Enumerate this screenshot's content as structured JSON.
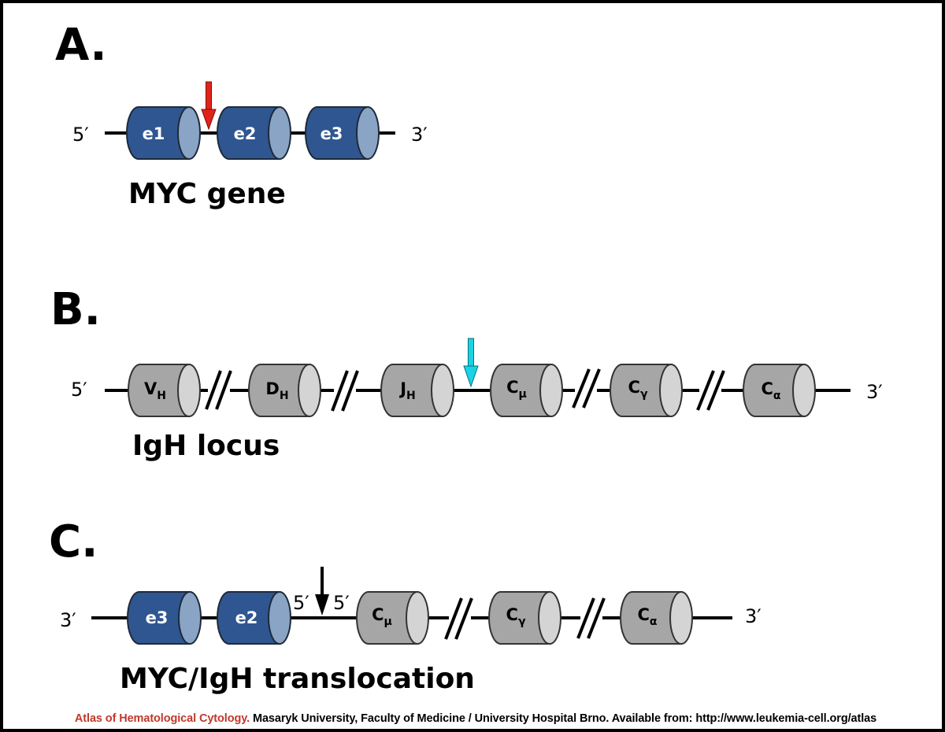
{
  "panels": [
    {
      "letter": "A.",
      "title": "MYC gene",
      "left_end": "5′",
      "right_end": "3′",
      "segments": [
        {
          "label": "e1",
          "sub": "",
          "kind": "exon"
        },
        {
          "label": "e2",
          "sub": "",
          "kind": "exon"
        },
        {
          "label": "e3",
          "sub": "",
          "kind": "exon"
        }
      ],
      "breakpoint": {
        "color": "#e0241b",
        "between": "e1-e2"
      }
    },
    {
      "letter": "B.",
      "title": "IgH locus",
      "left_end": "5′",
      "right_end": "3′",
      "segments": [
        {
          "label": "V",
          "sub": "H",
          "kind": "ig"
        },
        {
          "label": "D",
          "sub": "H",
          "kind": "ig"
        },
        {
          "label": "J",
          "sub": "H",
          "kind": "ig"
        },
        {
          "label": "C",
          "sub": "μ",
          "kind": "ig"
        },
        {
          "label": "C",
          "sub": "γ",
          "kind": "ig"
        },
        {
          "label": "C",
          "sub": "α",
          "kind": "ig"
        }
      ],
      "breakpoint": {
        "color": "#1ad3e6",
        "between": "JH-Cμ"
      }
    },
    {
      "letter": "C.",
      "title": "MYC/IgH translocation",
      "left_end": "3′",
      "right_end": "3′",
      "junction_left": "5′",
      "junction_right": "5′",
      "segments": [
        {
          "label": "e3",
          "sub": "",
          "kind": "exon"
        },
        {
          "label": "e2",
          "sub": "",
          "kind": "exon"
        },
        {
          "label": "C",
          "sub": "μ",
          "kind": "ig"
        },
        {
          "label": "C",
          "sub": "γ",
          "kind": "ig"
        },
        {
          "label": "C",
          "sub": "α",
          "kind": "ig"
        }
      ],
      "breakpoint": {
        "color": "#000000",
        "between": "e2-Cμ"
      }
    }
  ],
  "colors": {
    "exon_body": "#2f5690",
    "exon_cap": "#8aa4c6",
    "ig_body": "#a6a6a6",
    "ig_cap": "#d4d4d4"
  },
  "footer": {
    "atlas": "Atlas of Hematological Cytology.",
    "rest": " Masaryk University, Faculty of Medicine / University Hospital Brno. Available from: http://www.leukemia-cell.org/atlas"
  }
}
